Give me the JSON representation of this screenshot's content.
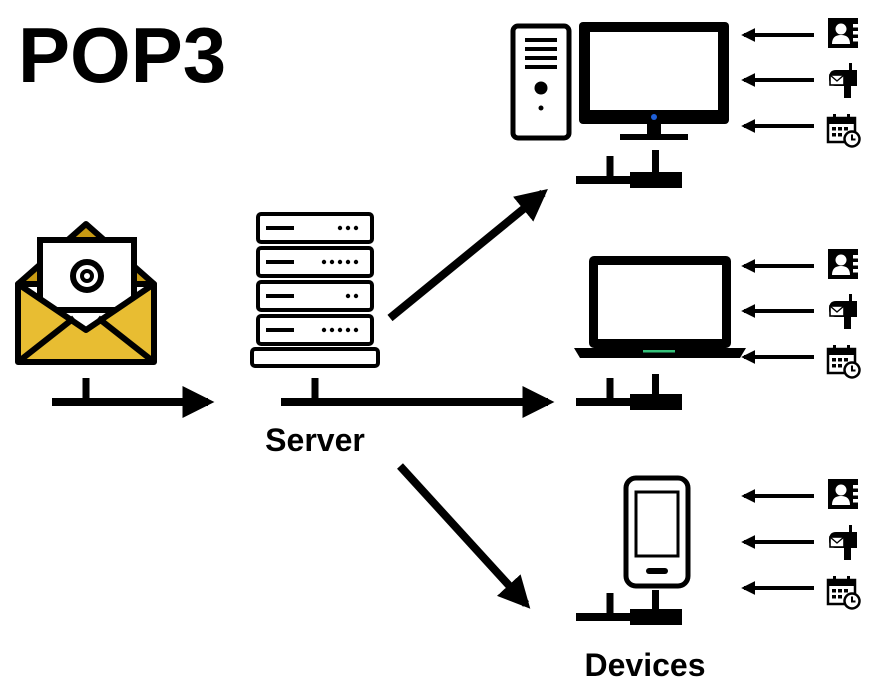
{
  "title": "POP3",
  "labels": {
    "server": "Server",
    "devices": "Devices"
  },
  "icons": {
    "email": "email-envelope-icon",
    "server": "server-rack-icon",
    "desktop": "desktop-computer-icon",
    "laptop": "laptop-icon",
    "phone": "smartphone-icon",
    "contacts": "contacts-icon",
    "mailbox": "mailbox-icon",
    "calendar": "calendar-clock-icon"
  },
  "colors": {
    "ink": "#000000",
    "envelope_gold": "#e8bd32",
    "envelope_dark": "#c89a13",
    "power_led_blue": "#1f5fd6",
    "laptop_led_green": "#35c17a"
  }
}
